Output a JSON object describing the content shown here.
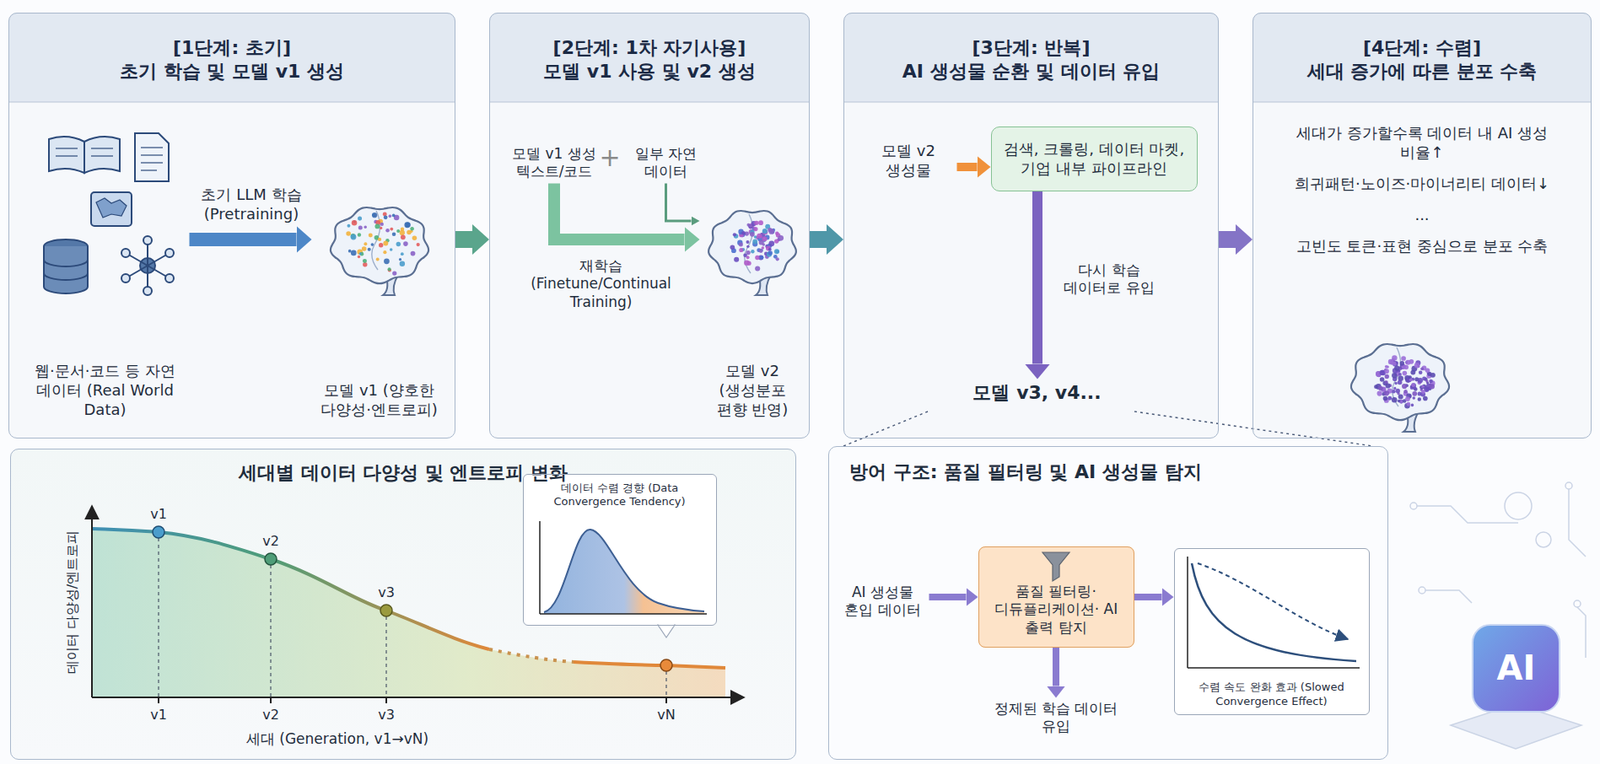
{
  "diagram": {
    "nodes": [
      {
        "text": [
          "[1단계: 초기] 초기 학습 및 모델 v1 생성"
        ]
      },
      {
        "text": [
          "웹·문서·코드 등 자연 데이터 (Real World Data)"
        ],
        "in": 0
      },
      {
        "text": [
          "모델 v1 (양호한 다양성·엔트로피)"
        ],
        "in": 0
      },
      {
        "text": [
          "[2단계: 1차 자기사용] 모델 v1 사용 및 v2 생성"
        ]
      },
      {
        "text": [
          "모델 v1 생성 텍스트/코드"
        ],
        "in": 3
      },
      {
        "text": [
          "일부 자연 데이터"
        ],
        "in": 3
      },
      {
        "text": [
          "모델 v2 (생성분포 편향 반영)"
        ],
        "in": 3
      },
      {
        "text": [
          "[3단계: 반복] AI 생성물 순환 및 데이터 유입"
        ]
      },
      {
        "text": [
          "모델 v2 생성물"
        ],
        "in": 7
      },
      {
        "text": [
          "검색, 크롤링, 데이터 마켓, 기업 내부 파이프라인"
        ],
        "in": 7
      },
      {
        "text": [
          "모델 v3, v4..."
        ],
        "in": 7
      },
      {
        "text": [
          "[4단계: 수렴] 세대 증가에 따른 분포 수축",
          "세대가 증가할수록 데이터 내 AI 생성 비율↑",
          "희귀패턴·노이즈·마이너리티 데이터↓",
          "...",
          "고빈도 토큰·표현 중심으로 분포 수축"
        ]
      },
      {
        "text": [
          "세대별 데이터 다양성 및 엔트로피 변화"
        ]
      },
      {
        "text": [
          "데이터 수렴 경향 (Data Convergence Tendency)"
        ],
        "in": 12
      },
      {
        "text": [
          "방어 구조: 품질 필터링 및 AI 생성물 탐지"
        ]
      },
      {
        "text": [
          "AI 생성물 혼입 데이터"
        ],
        "in": 14
      },
      {
        "text": [
          "품질 필터링· 디듀플리케이션· AI 출력 탐지"
        ],
        "in": 14
      },
      {
        "text": [
          "정제된 학습 데이터 유입"
        ],
        "in": 14
      },
      {
        "text": [
          "수렴 속도 완화 효과 (Slowed Convergence Effect)"
        ],
        "in": 14
      },
      {
        "text": [
          "AI"
        ]
      }
    ],
    "edges": [
      {
        "from": 1,
        "to": 2,
        "label": "초기 LLM 학습 (Pretraining)",
        "arrow": "to"
      },
      {
        "from": 0,
        "to": 3,
        "arrow": "to"
      },
      {
        "from": 4,
        "to": 6,
        "arrow": "to"
      },
      {
        "from": 5,
        "to": 6,
        "arrow": "to"
      },
      {
        "from": 3,
        "to": 7,
        "arrow": "to"
      },
      {
        "from": 8,
        "to": 9,
        "arrow": "to"
      },
      {
        "from": 9,
        "to": 10,
        "label": "다시 학습 데이터로 유입",
        "arrow": "to"
      },
      {
        "from": 7,
        "to": 11,
        "arrow": "to"
      },
      {
        "from": 15,
        "to": 16,
        "arrow": "to"
      },
      {
        "from": 16,
        "to": 17,
        "arrow": "to"
      },
      {
        "from": 16,
        "to": 18,
        "arrow": "to"
      }
    ],
    "labels": [
      "+",
      "재학습 (Finetune/Continual Training)",
      "데이터 다양성/엔트로피",
      "v1",
      "v2",
      "v3",
      "v1",
      "v2",
      "v3",
      "vN",
      "세대 (Generation, v1→vN)"
    ]
  }
}
